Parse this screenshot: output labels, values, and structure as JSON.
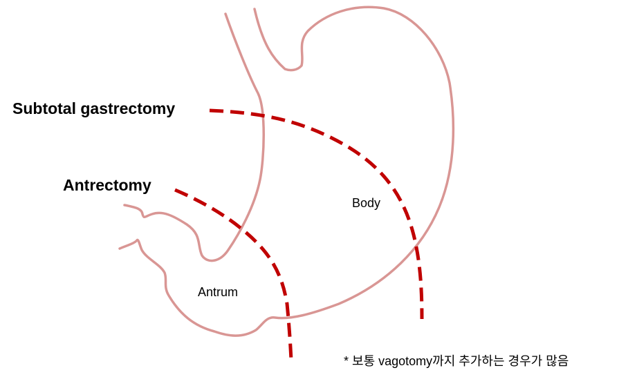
{
  "labels": {
    "subtotal": "Subtotal gastrectomy",
    "antrectomy": "Antrectomy",
    "body": "Body",
    "antrum": "Antrum",
    "note": "* 보통 vagotomy까지 추가하는 경우가 많음"
  },
  "colors": {
    "outline": "#d99694",
    "cut_line": "#c00000"
  }
}
